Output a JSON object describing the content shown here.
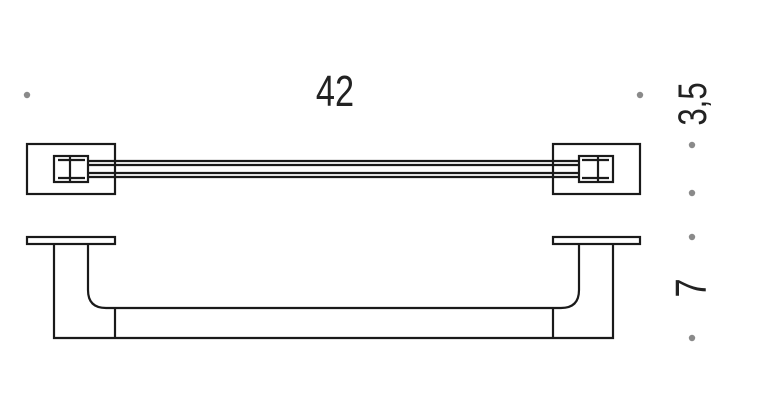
{
  "dimensions": {
    "length": "42",
    "plate_height": "3,5",
    "projection": "7"
  },
  "colors": {
    "stroke": "#1a1a1a",
    "marker": "#8a8a8a",
    "text": "#222222",
    "background": "#ffffff"
  }
}
